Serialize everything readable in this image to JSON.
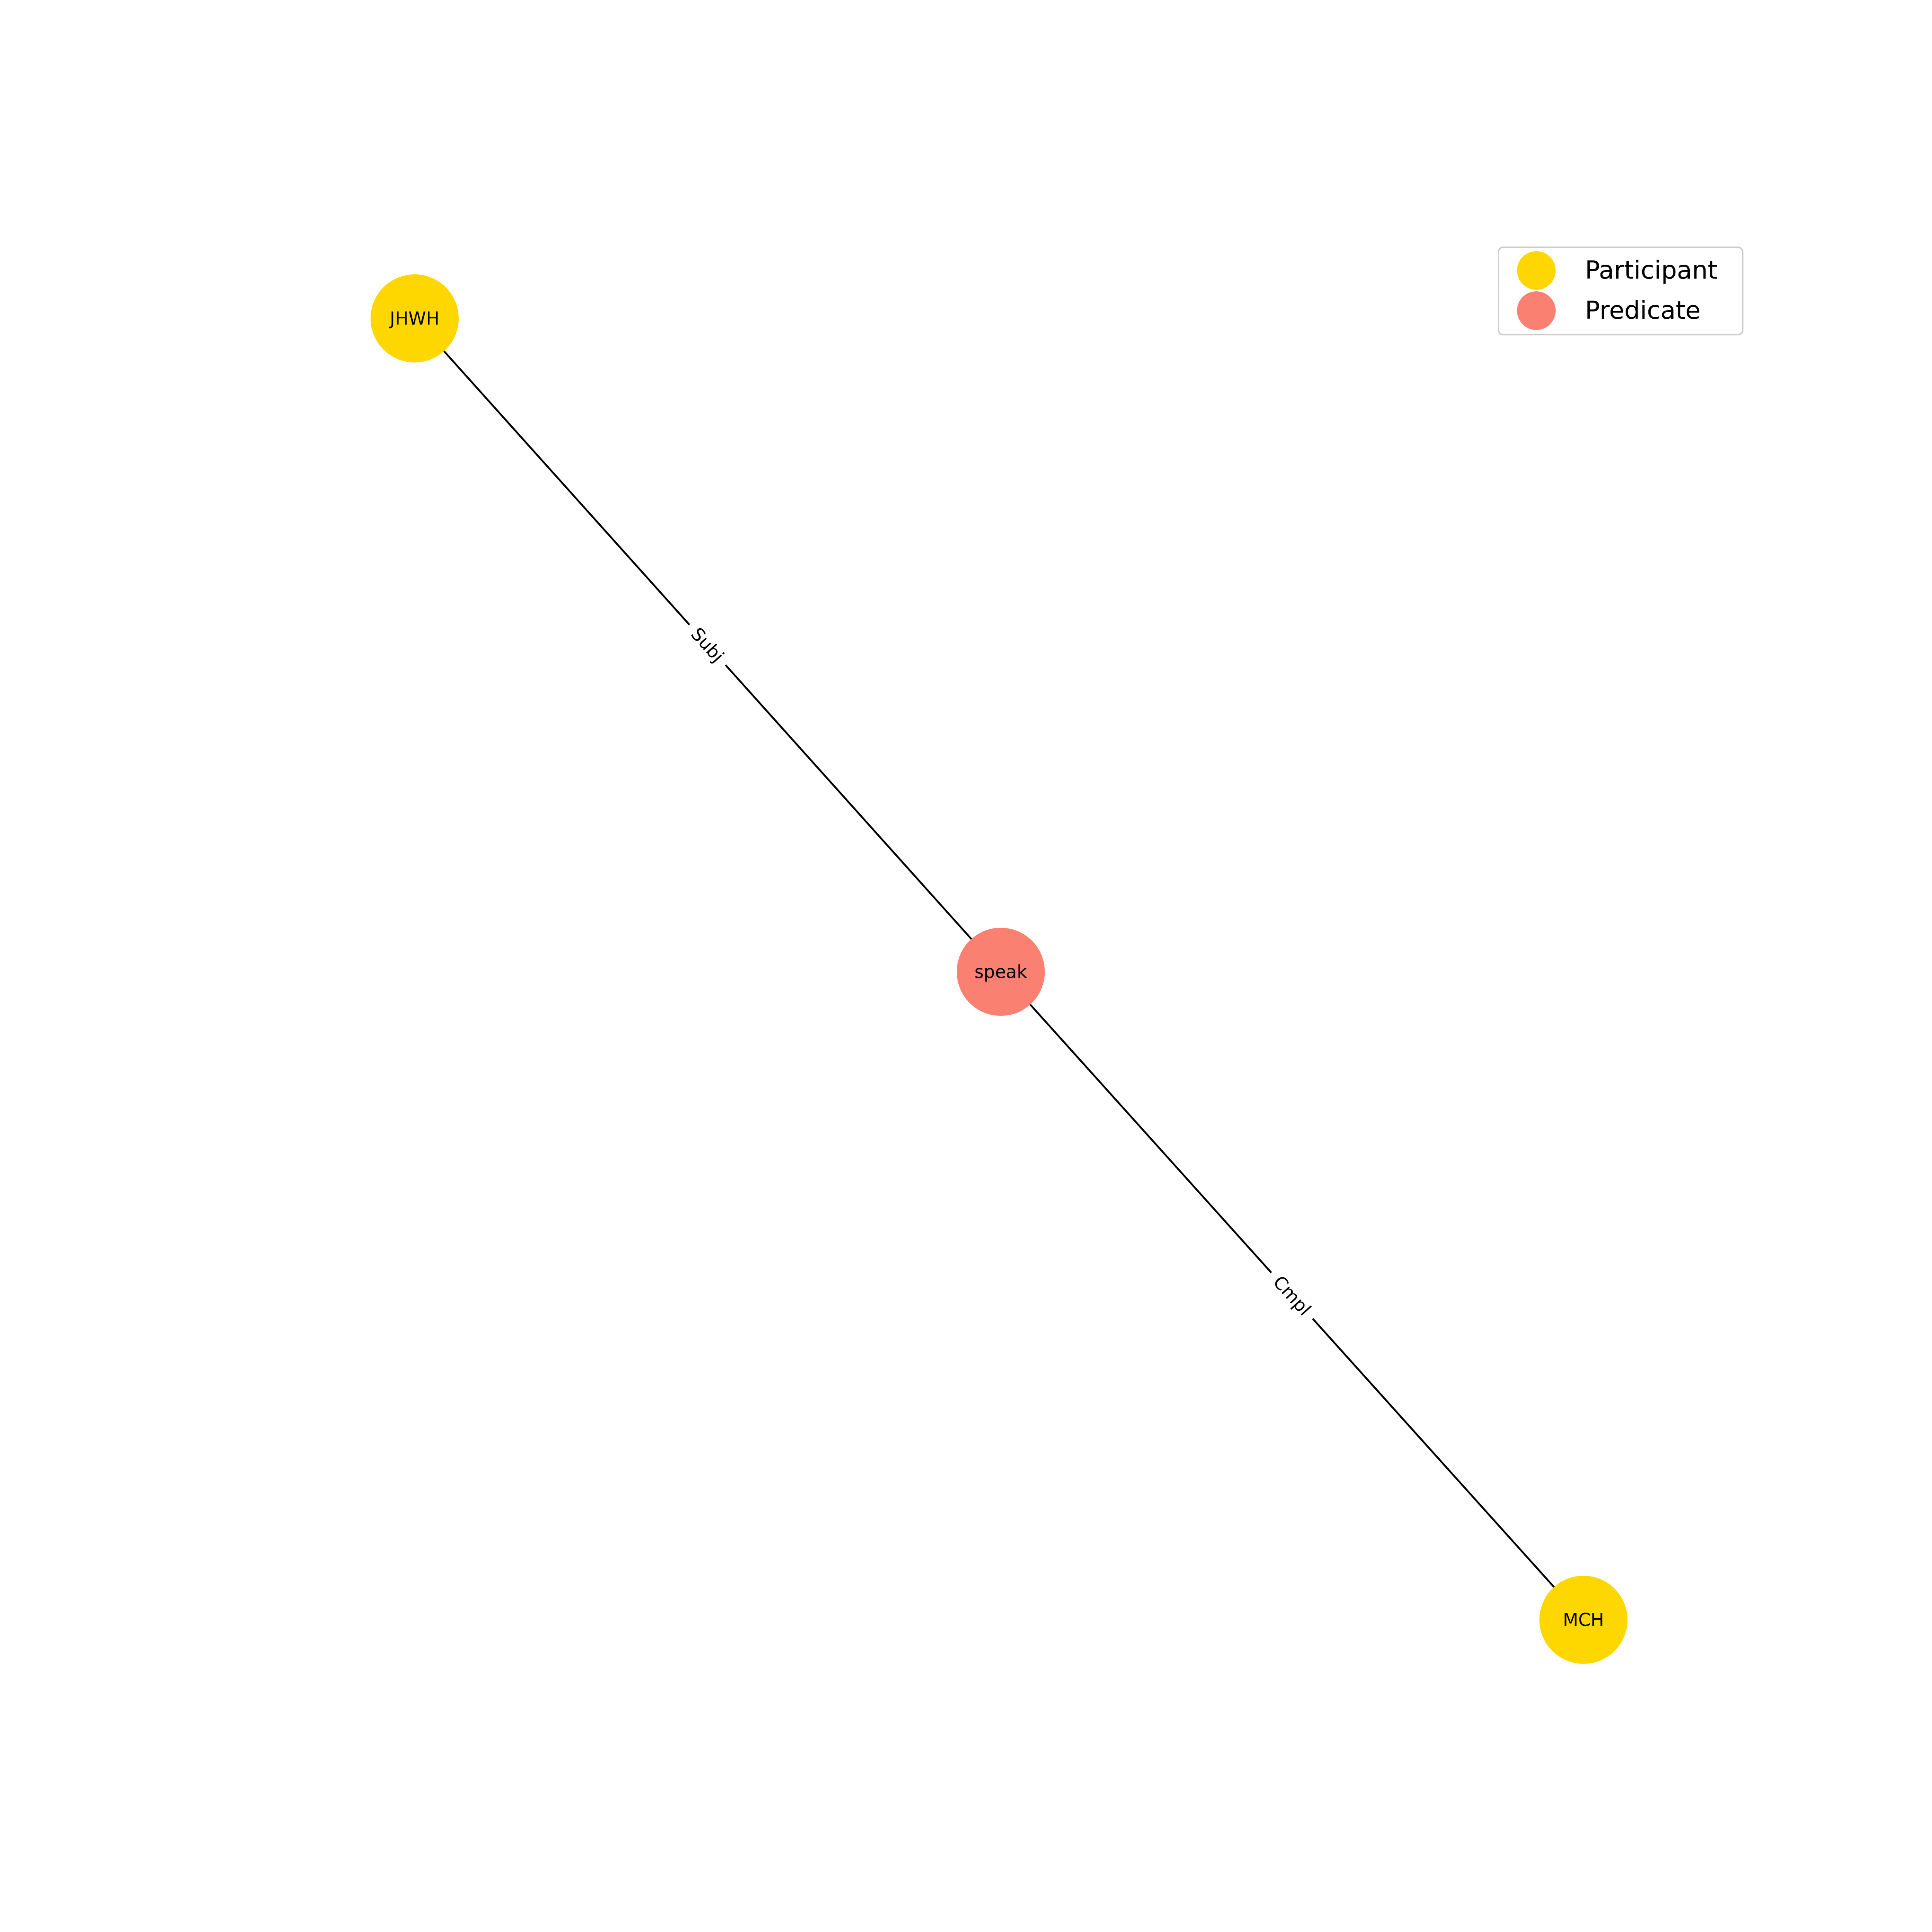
{
  "nodes": [
    {
      "id": "JHWH",
      "label": "JHWH",
      "category": "Participant"
    },
    {
      "id": "speak",
      "label": "speak",
      "category": "Predicate"
    },
    {
      "id": "MCH",
      "label": "MCH",
      "category": "Participant"
    }
  ],
  "edges": [
    {
      "source": "JHWH",
      "target": "speak",
      "label": "Subj"
    },
    {
      "source": "speak",
      "target": "MCH",
      "label": "Cmpl"
    }
  ],
  "legend": {
    "placement": "top-right",
    "items": [
      {
        "label": "Participant",
        "color": "#FFD700"
      },
      {
        "label": "Predicate",
        "color": "#FA8072"
      }
    ]
  },
  "colors": {
    "participant": "#FFD700",
    "predicate": "#FA8072",
    "edge": "#000000"
  }
}
